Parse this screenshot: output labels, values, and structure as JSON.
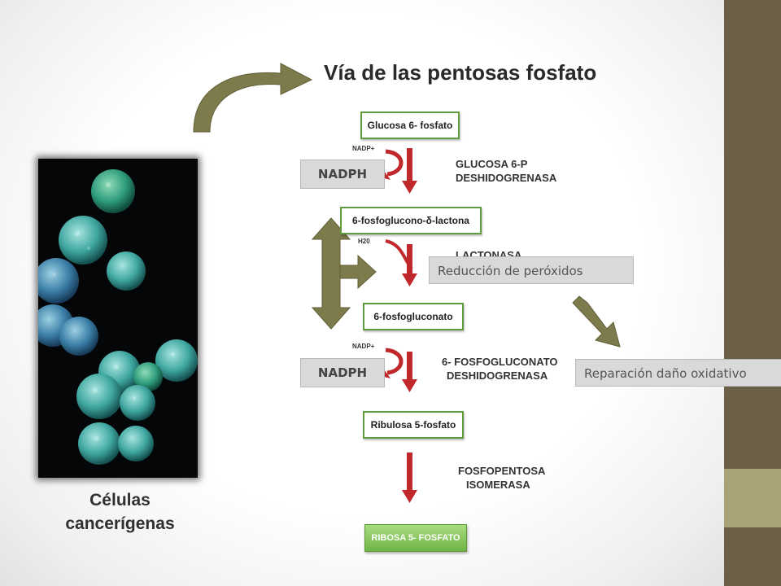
{
  "title": "Vía de las pentosas fosfato",
  "cells_caption": "Células cancerígenas",
  "steps": {
    "glucosa": "Glucosa 6- fosfato",
    "lactona": "6-fosfoglucono-δ-lactona",
    "gluconato": "6-fosfogluconato",
    "ribulosa": "Ribulosa 5-fosfato",
    "ribosa": "RIBOSA 5- FOSFATO"
  },
  "enzymes": {
    "e1_line1": "GLUCOSA 6-P",
    "e1_line2": "DESHIDOGRENASA",
    "e2": "LACTONASA",
    "e3_line1": "6- FOSFOGLUCONATO",
    "e3_line2": "DESHIDOGRENASA",
    "e4_line1": "FOSFOPENTOSA",
    "e4_line2": "ISOMERASA"
  },
  "cofactors": {
    "nadp1": "NADP+",
    "h2o": "H20",
    "nadp2": "NADP+"
  },
  "callouts": {
    "nadph1": "NADPH",
    "nadph2": "NADPH",
    "reduccion": "Reducción de peróxidos",
    "reparacion": "Reparación daño oxidativo"
  },
  "colors": {
    "step_border": "#5e9c3c",
    "arrow_red": "#c0282b",
    "arrow_olive": "#7d7b4c",
    "band_dark": "#6b5f47",
    "band_light": "#a8a276"
  }
}
